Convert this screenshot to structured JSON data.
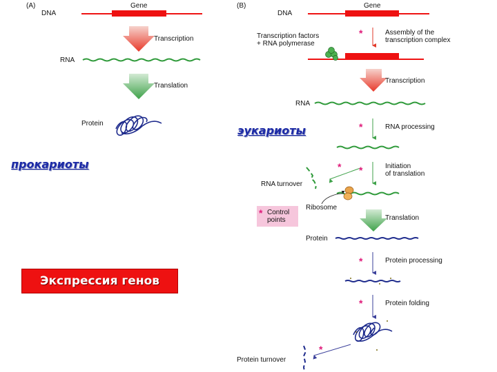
{
  "panel_a": {
    "tag": "(A)",
    "dna": "DNA",
    "gene": "Gene",
    "transcription": "Transcription",
    "rna": "RNA",
    "translation": "Translation",
    "protein": "Protein"
  },
  "panel_b": {
    "tag": "(B)",
    "dna": "DNA",
    "gene": "Gene",
    "tf_line1": "Transcription factors",
    "tf_line2": "+ RNA polymerase",
    "assembly_line1": "Assembly  of the",
    "assembly_line2": "transcription complex",
    "transcription": "Transcription",
    "rna": "RNA",
    "rna_processing": "RNA processing",
    "initiation_line1": "Initiation",
    "initiation_line2": "of translation",
    "rna_turnover": "RNA turnover",
    "ribosome": "Ribosome",
    "control_star": "*",
    "control_line1": "Control",
    "control_line2": "points",
    "translation": "Translation",
    "protein": "Protein",
    "protein_processing": "Protein processing",
    "protein_folding": "Protein folding",
    "protein_turnover": "Protein turnover"
  },
  "labels": {
    "prokaryotes": "прокариоты",
    "eukaryotes": "эукариоты",
    "title": "Экспрессия генов"
  },
  "colors": {
    "dna": "#ee1111",
    "transcription_arrow": "#e8392a",
    "translation_arrow": "#3fa24a",
    "rna": "#2f9a3a",
    "protein": "#1d2a8c",
    "control_star": "#e01b7a",
    "russian_text": "#1c2aa6",
    "title_box": "#ee1111"
  }
}
